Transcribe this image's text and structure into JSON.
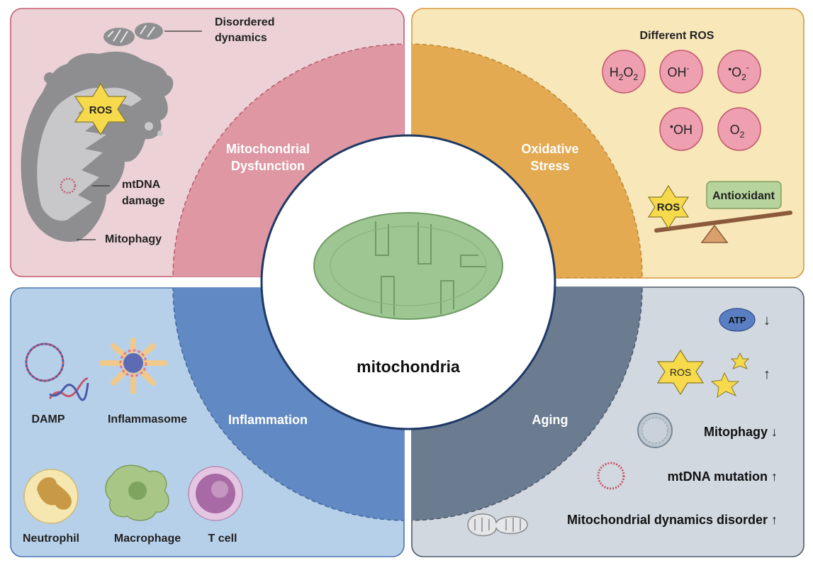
{
  "center": {
    "label": "mitochondria"
  },
  "quadrants": {
    "dysfunction": {
      "title_line1": "Mitochondrial",
      "title_line2": "Dysfunction"
    },
    "oxidative": {
      "title_line1": "Oxidative",
      "title_line2": "Stress"
    },
    "inflammation": {
      "title": "Inflammation"
    },
    "aging": {
      "title": "Aging"
    }
  },
  "dysfunction_panel": {
    "disordered_line1": "Disordered",
    "disordered_line2": "dynamics",
    "ros_label": "ROS",
    "mtdna_line1": "mtDNA",
    "mtdna_line2": "damage",
    "mitophagy": "Mitophagy"
  },
  "oxidative_panel": {
    "heading": "Different ROS",
    "species": [
      {
        "base": "H",
        "sub1": "2",
        "mid": "O",
        "sub2": "2"
      },
      {
        "base": "OH",
        "sup": "-"
      },
      {
        "dot": "•",
        "base": "O",
        "sub": "2",
        "sup": "-"
      },
      {
        "dot": "•",
        "base": "OH"
      },
      {
        "base": "O",
        "sub": "2"
      }
    ],
    "ros_label": "ROS",
    "antioxidant": "Antioxidant"
  },
  "inflammation_panel": {
    "damp": "DAMP",
    "inflammasome": "Inflammasome",
    "neutrophil": "Neutrophil",
    "macrophage": "Macrophage",
    "tcell": "T cell"
  },
  "aging_panel": {
    "atp": "ATP",
    "atp_arrow": "↓",
    "ros": "ROS",
    "ros_arrow": "↑",
    "mitophagy": "Mitophagy ↓",
    "mtdna": "mtDNA mutation ↑",
    "dynamics": "Mitochondrial dynamics disorder ↑"
  },
  "colors": {
    "dysfunction_bg": "#ecd2d6",
    "dysfunction_arc": "#de97a3",
    "oxidative_bg": "#f8e7b9",
    "oxidative_arc": "#e4aa52",
    "inflammation_bg": "#b7d0e9",
    "inflammation_arc": "#6189c3",
    "aging_bg": "#d2d8e0",
    "aging_arc": "#6b7b90",
    "mito_green": "#9dc692"
  }
}
